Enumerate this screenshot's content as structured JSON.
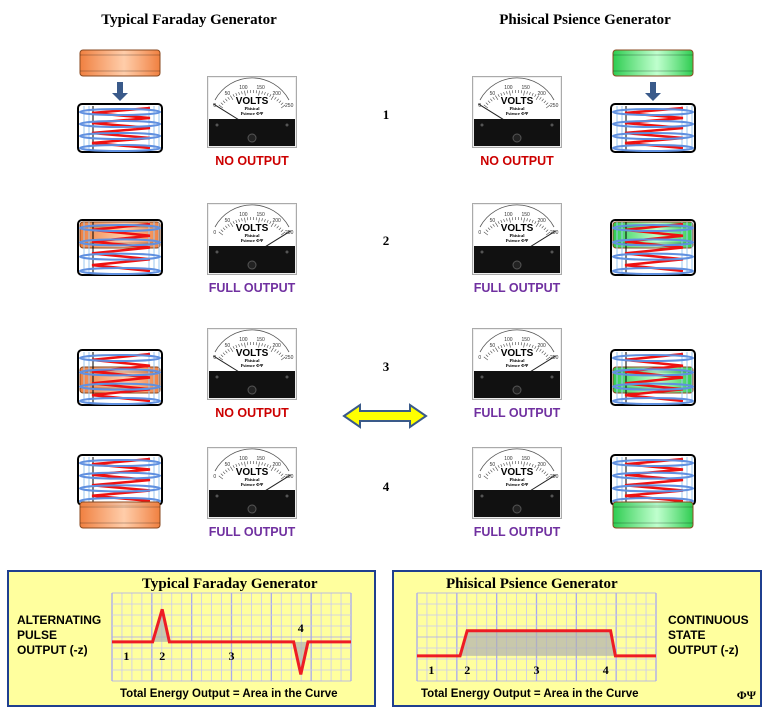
{
  "titles": {
    "left": "Typical Faraday Generator",
    "right": "Phisical Psience Generator"
  },
  "meter": {
    "scale": [
      "0",
      "50",
      "100",
      "150",
      "200",
      "250"
    ],
    "unit": "VOLTS",
    "brand_line1": "Phisical",
    "brand_line2": "Psience ΦΨ"
  },
  "colors": {
    "faraday_magnet": "#f08040",
    "psience_magnet": "#2ecc50",
    "no_output": "#cc0000",
    "full_output": "#7030a0",
    "curve": "#ee1c24",
    "panel_bg": "#ffff9e",
    "arrow": "#ffff00"
  },
  "rows": [
    {
      "num": "1",
      "left": {
        "magnet": "above",
        "output": "NO OUTPUT",
        "level": 0
      },
      "right": {
        "magnet": "above",
        "output": "NO OUTPUT",
        "level": 0
      }
    },
    {
      "num": "2",
      "left": {
        "magnet": "top-inside",
        "output": "FULL OUTPUT",
        "level": 1
      },
      "right": {
        "magnet": "top-inside",
        "output": "FULL OUTPUT",
        "level": 1
      }
    },
    {
      "num": "3",
      "left": {
        "magnet": "middle-inside",
        "output": "NO OUTPUT",
        "level": 0
      },
      "right": {
        "magnet": "middle-inside",
        "output": "FULL OUTPUT",
        "level": 1
      }
    },
    {
      "num": "4",
      "left": {
        "magnet": "below",
        "output": "FULL OUTPUT",
        "level": 1
      },
      "right": {
        "magnet": "below",
        "output": "FULL OUTPUT",
        "level": 1
      }
    }
  ],
  "double_arrow_icon": "left-right-arrow",
  "panels": {
    "left": {
      "title": "Typical Faraday Generator",
      "side_label": [
        "ALTERNATING",
        "PULSE",
        "OUTPUT (-z)"
      ],
      "caption": "Total  Energy Output  = Area in the Curve"
    },
    "right": {
      "title": "Phisical Psience Generator",
      "side_label": [
        "CONTINUOUS",
        "STATE",
        "OUTPUT (-z)"
      ],
      "caption": "Total  Energy Output  = Area in the Curve",
      "symbol": "ΦΨ"
    }
  },
  "chart_data": [
    {
      "type": "line",
      "title": "Typical Faraday Generator",
      "phase_labels": [
        {
          "label": "1",
          "x": 6
        },
        {
          "label": "2",
          "x": 21
        },
        {
          "label": "3",
          "x": 50
        },
        {
          "label": "4",
          "x": 79
        }
      ],
      "points": [
        [
          0,
          0
        ],
        [
          17,
          0
        ],
        [
          21,
          1
        ],
        [
          24,
          0
        ],
        [
          76,
          0
        ],
        [
          79,
          -1
        ],
        [
          82,
          0
        ],
        [
          100,
          0
        ]
      ],
      "ylim": [
        -1.2,
        1.5
      ],
      "grid": true,
      "filled": true
    },
    {
      "type": "line",
      "title": "Phisical Psience Generator",
      "phase_labels": [
        {
          "label": "1",
          "x": 6
        },
        {
          "label": "2",
          "x": 21
        },
        {
          "label": "3",
          "x": 50
        },
        {
          "label": "4",
          "x": 79
        }
      ],
      "points": [
        [
          0,
          0
        ],
        [
          18,
          0
        ],
        [
          21,
          1
        ],
        [
          81,
          1
        ],
        [
          83,
          0
        ],
        [
          100,
          0
        ]
      ],
      "ylim": [
        -1.0,
        2.5
      ],
      "grid": true,
      "filled": true
    }
  ]
}
